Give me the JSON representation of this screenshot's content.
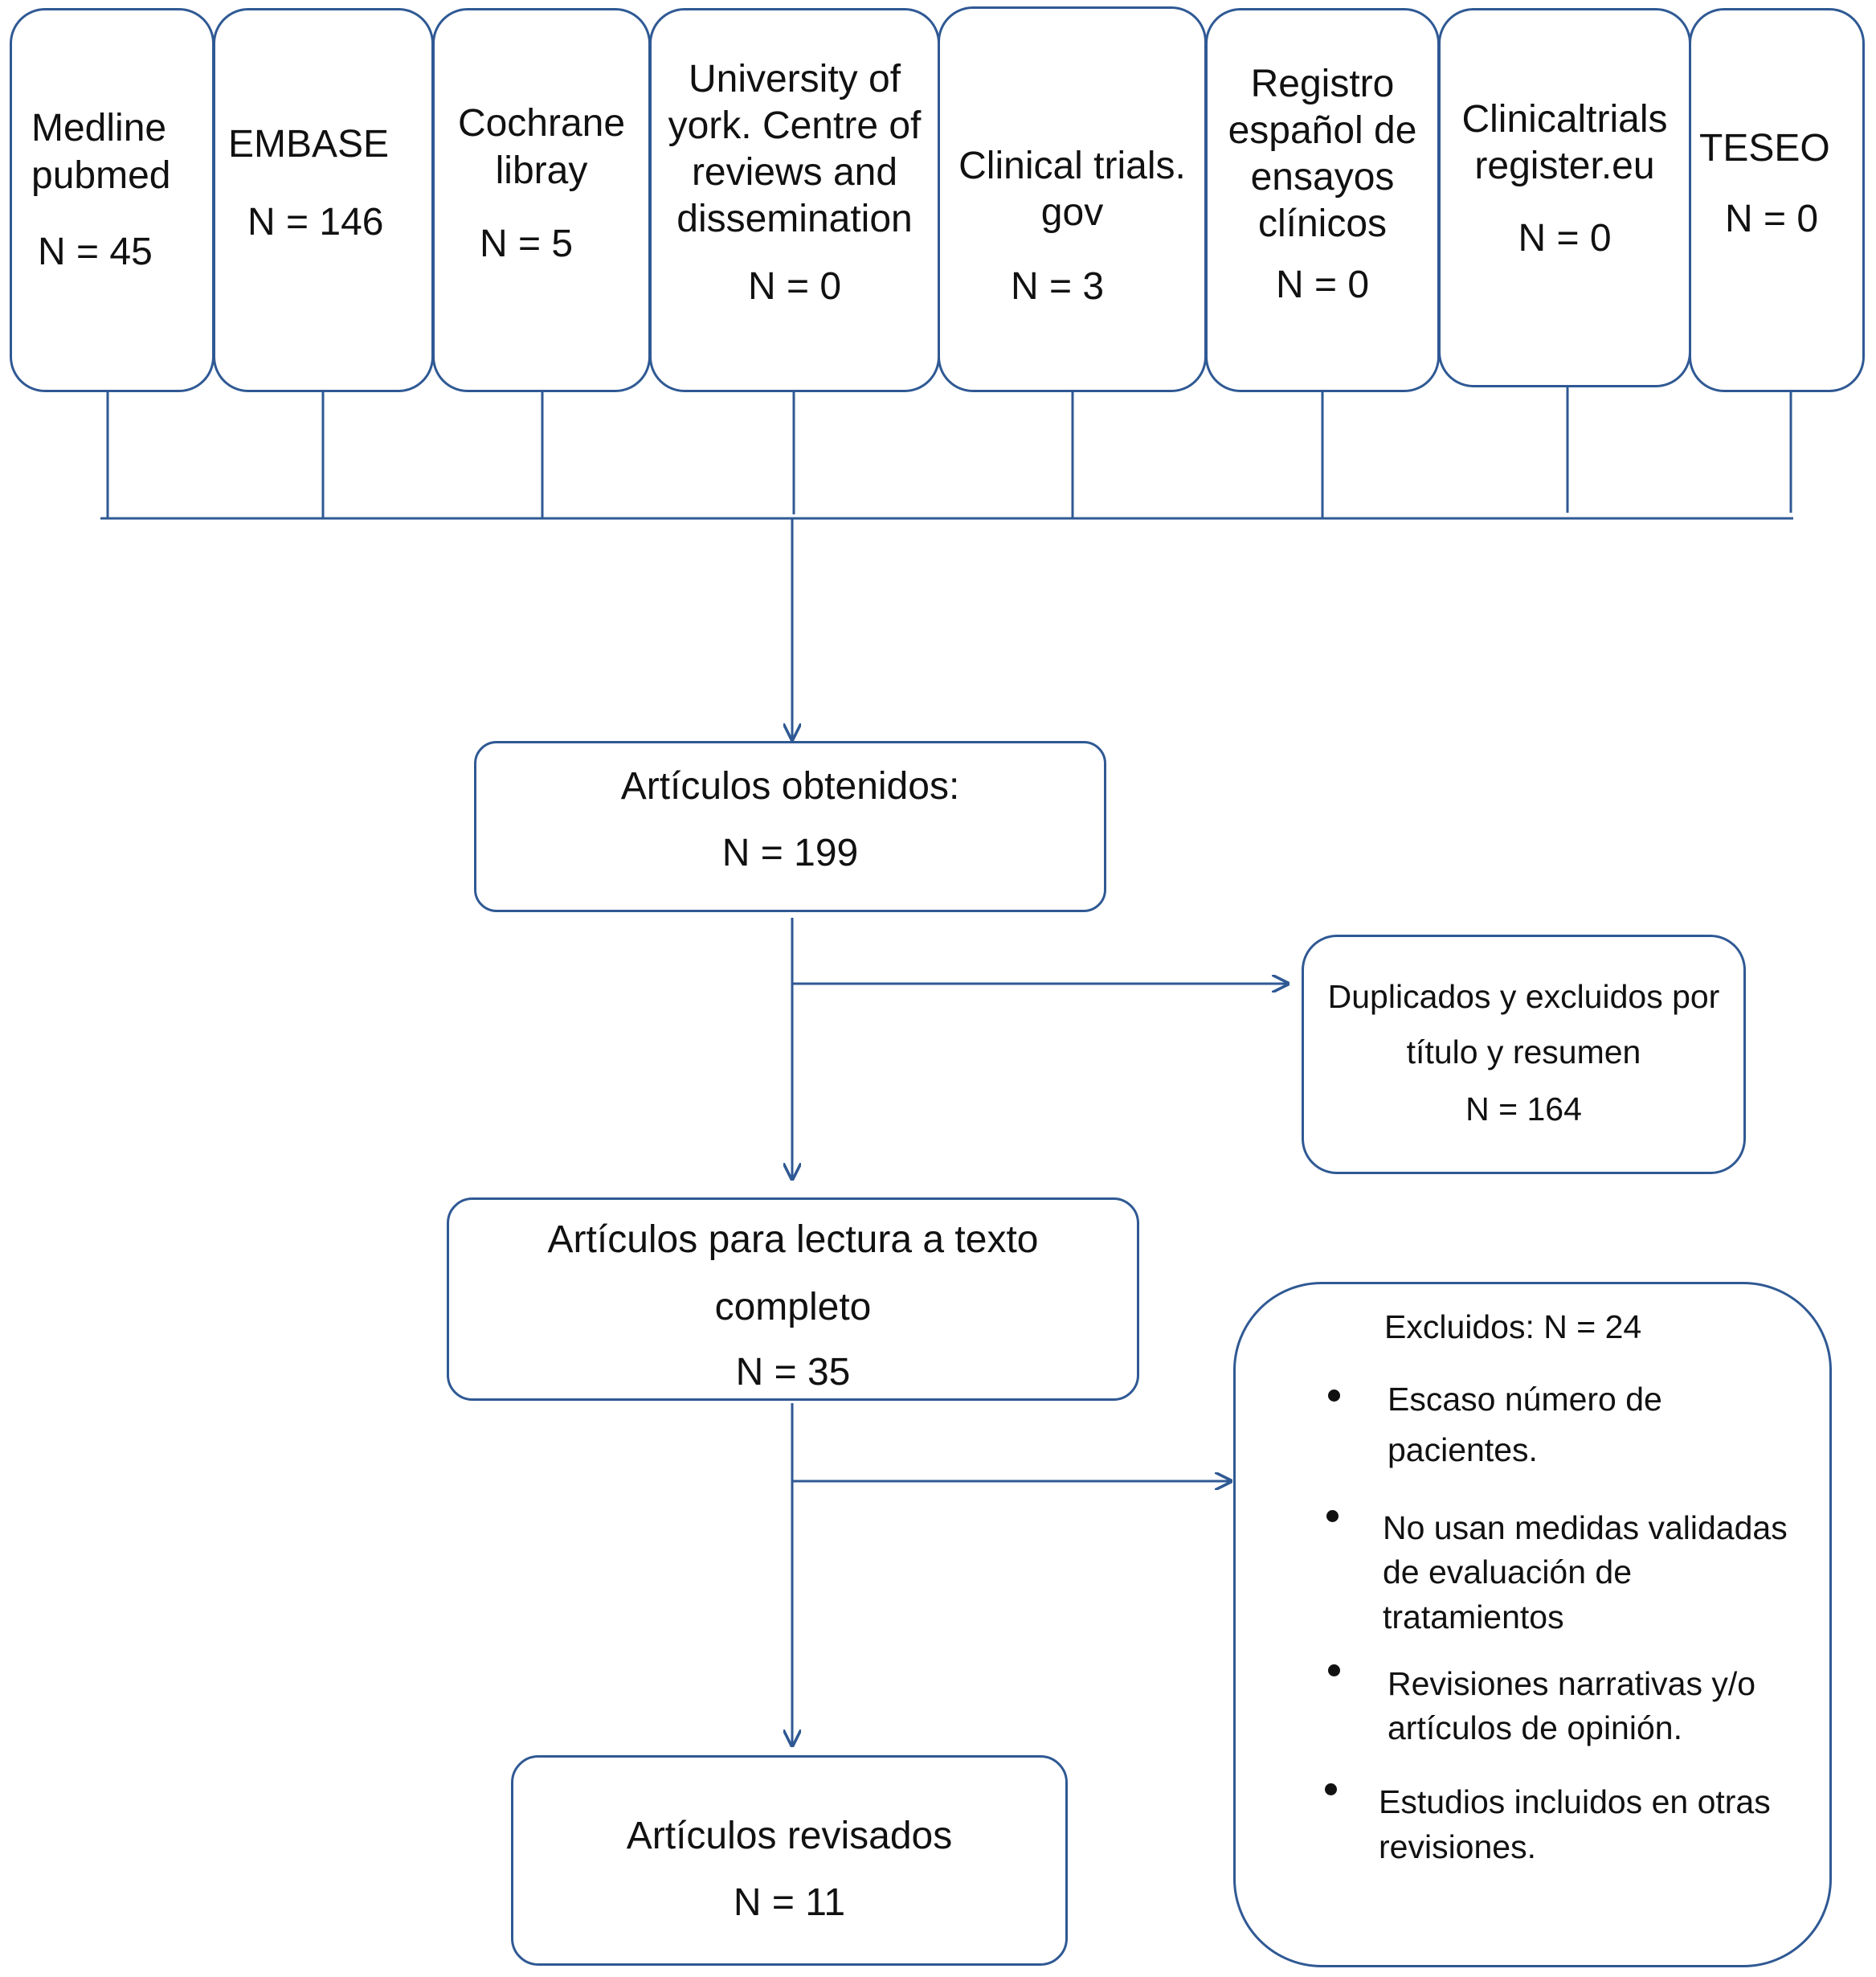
{
  "sources": [
    {
      "name_lines": [
        "Medline",
        "pubmed"
      ],
      "count": "N = 45"
    },
    {
      "name_lines": [
        "EMBASE"
      ],
      "count": "N = 146"
    },
    {
      "name_lines": [
        "Cochrane",
        "libray"
      ],
      "count": "N = 5"
    },
    {
      "name_lines": [
        "University of",
        "york. Centre of",
        "reviews and",
        "dissemination"
      ],
      "count": "N = 0"
    },
    {
      "name_lines": [
        "Clinical trials.",
        "gov"
      ],
      "count": "N = 3"
    },
    {
      "name_lines": [
        "Registro",
        "español de",
        "ensayos",
        "clínicos"
      ],
      "count": "N = 0"
    },
    {
      "name_lines": [
        "Clinicaltrials",
        "register.eu"
      ],
      "count": "N = 0"
    },
    {
      "name_lines": [
        "TESEO"
      ],
      "count": "N = 0"
    }
  ],
  "obtained": {
    "label": "Artículos obtenidos:",
    "count": "N = 199"
  },
  "duplicates": {
    "label_lines": [
      "Duplicados y excluidos por",
      "título y resumen"
    ],
    "count": "N = 164"
  },
  "fulltext": {
    "label_lines": [
      "Artículos para lectura a texto",
      "completo"
    ],
    "count": "N = 35"
  },
  "excluded": {
    "title": "Excluidos: N = 24",
    "items": [
      [
        "Escaso número de",
        "pacientes."
      ],
      [
        "No usan medidas validadas",
        "de evaluación de",
        "tratamientos"
      ],
      [
        "Revisiones narrativas y/o",
        "artículos de opinión."
      ],
      [
        "Estudios incluidos en otras",
        "revisiones."
      ]
    ]
  },
  "reviewed": {
    "label": "Artículos revisados",
    "count": "N = 11"
  },
  "colors": {
    "border": "#2f5994",
    "connector": "#2f5994",
    "text": "#111111"
  }
}
